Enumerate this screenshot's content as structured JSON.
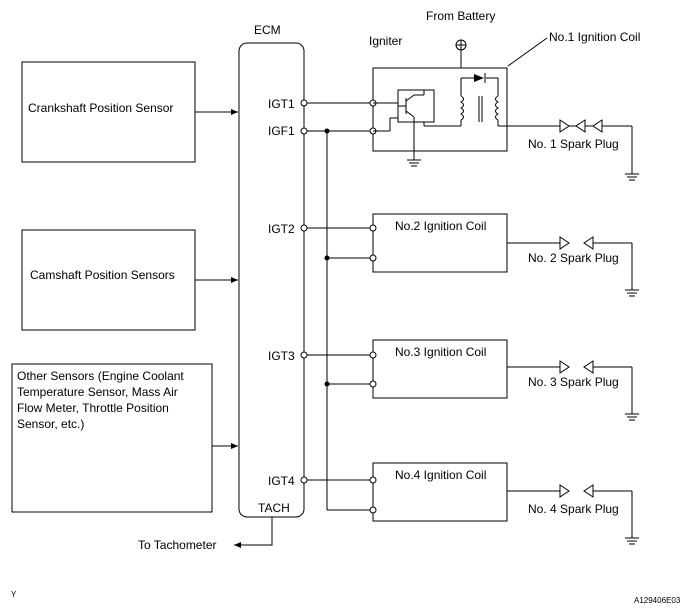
{
  "ecm": {
    "title": "ECM",
    "tach": "TACH"
  },
  "sensors": {
    "crankshaft": "Crankshaft Position Sensor",
    "camshaft": "Camshaft Position Sensors",
    "other_lines": [
      "Other Sensors (Engine Coolant",
      "Temperature Sensor, Mass Air",
      "Flow Meter, Throttle Position",
      "Sensor, etc.)"
    ]
  },
  "terminals": {
    "igt1": "IGT1",
    "igf1": "IGF1",
    "igt2": "IGT2",
    "igt3": "IGT3",
    "igt4": "IGT4"
  },
  "battery_label": "From Battery",
  "igniter_label": "Igniter",
  "coils": {
    "coil1": "No.1 Ignition Coil",
    "coil2": "No.2 Ignition Coil",
    "coil3": "No.3 Ignition Coil",
    "coil4": "No.4 Ignition Coil"
  },
  "plugs": {
    "plug1": "No. 1 Spark Plug",
    "plug2": "No. 2 Spark Plug",
    "plug3": "No. 3 Spark Plug",
    "plug4": "No. 4 Spark Plug"
  },
  "tachometer_label": "To Tachometer",
  "corner_left": "Y",
  "corner_right": "A129406E03"
}
